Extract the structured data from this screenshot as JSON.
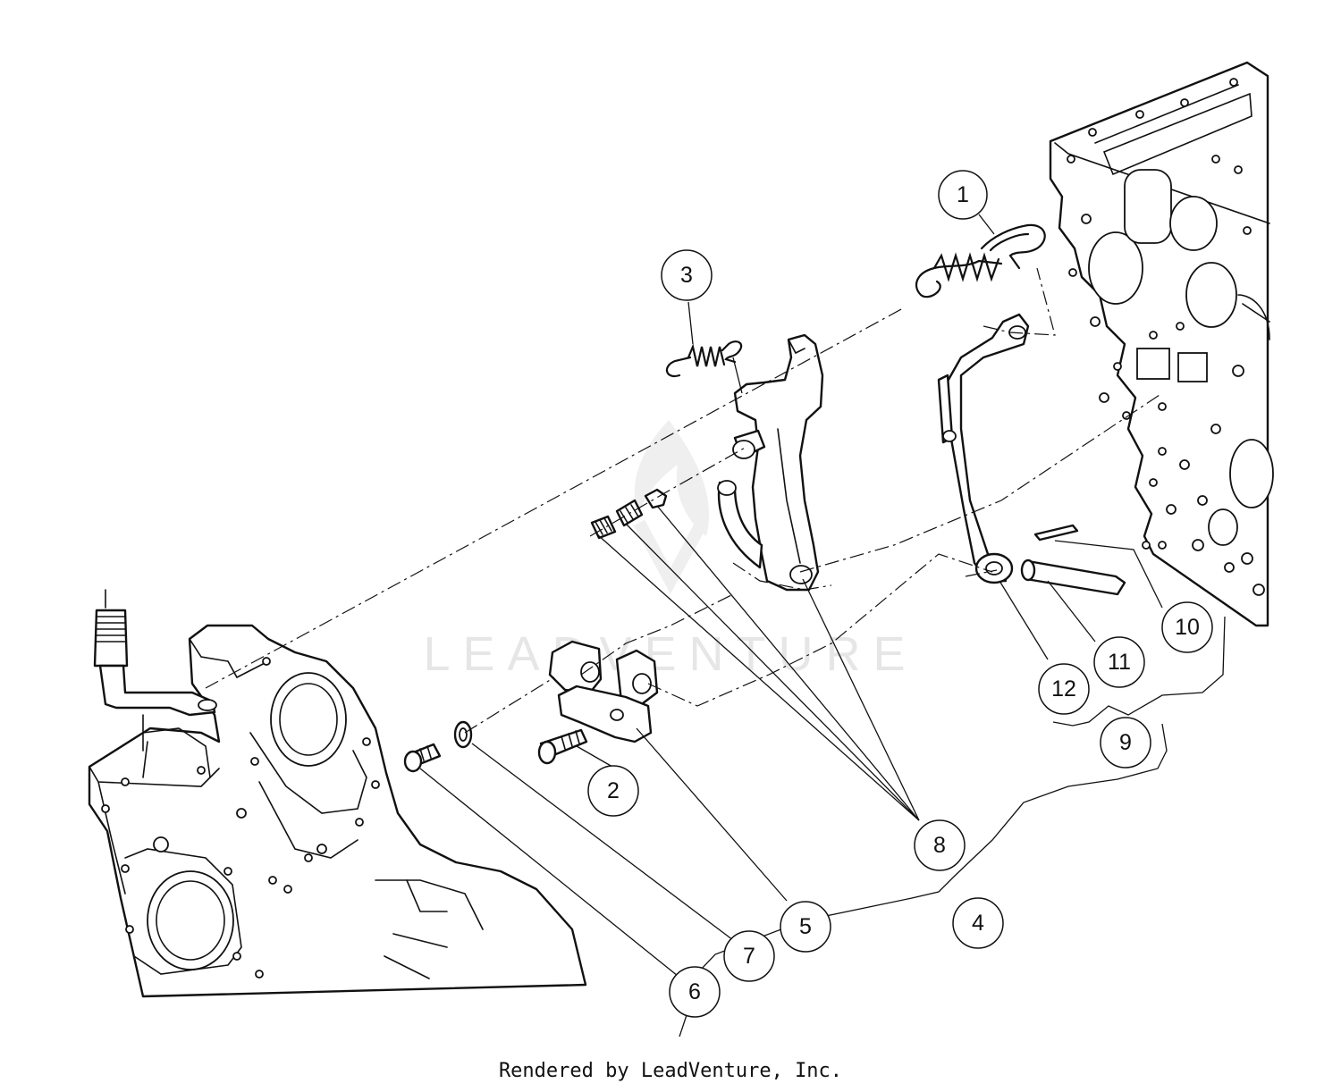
{
  "watermark": "LEADVENTURE",
  "credit": "Rendered by LeadVenture, Inc.",
  "callouts": [
    "1",
    "2",
    "3",
    "4",
    "5",
    "6",
    "7",
    "8",
    "9",
    "10",
    "11",
    "12"
  ]
}
